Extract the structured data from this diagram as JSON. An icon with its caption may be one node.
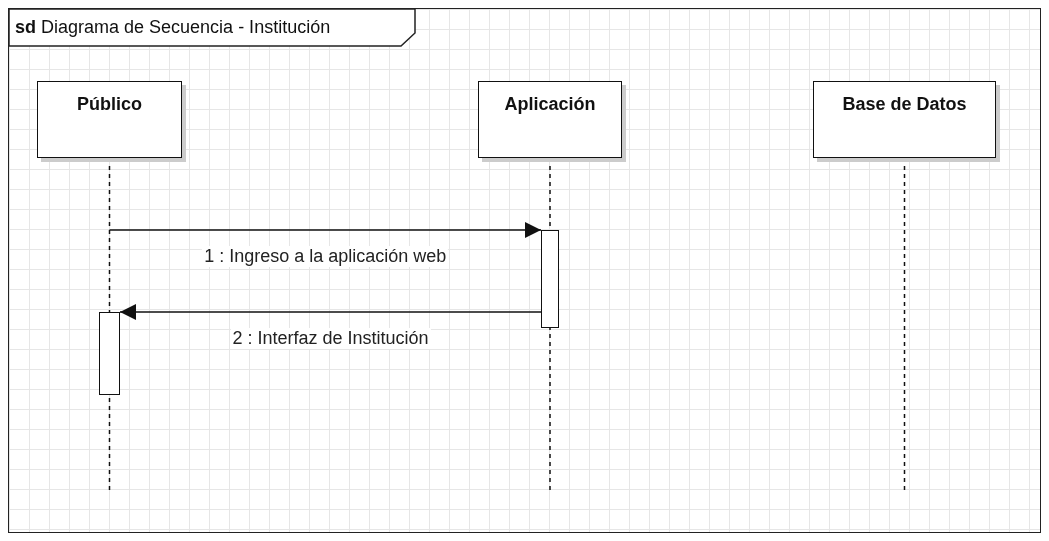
{
  "diagram": {
    "nodes": [
      {
        "text": [
          "**sd** Diagrama de Secuencia - Institución"
        ]
      },
      {
        "text": [
          "Público"
        ],
        "in": 0
      },
      {
        "text": [
          "Aplicación"
        ],
        "in": 0
      },
      {
        "text": [
          "Base de Datos"
        ],
        "in": 0
      },
      {
        "text": [],
        "shape": "bar",
        "in": 0
      },
      {
        "text": [],
        "shape": "bar",
        "in": 0
      }
    ],
    "edges": [
      {
        "from": 1,
        "to": 4,
        "arrow": "to",
        "label": "1 : Ingreso a la aplicación web"
      },
      {
        "from": 4,
        "to": 5,
        "arrow": "to",
        "label": "2 : Interfaz de Institución"
      },
      {
        "from": 1,
        "to": null,
        "arrow": "none",
        "style": "dashed"
      },
      {
        "from": 2,
        "to": null,
        "arrow": "none",
        "style": "dashed"
      },
      {
        "from": 3,
        "to": null,
        "arrow": "none",
        "style": "dashed"
      }
    ]
  }
}
